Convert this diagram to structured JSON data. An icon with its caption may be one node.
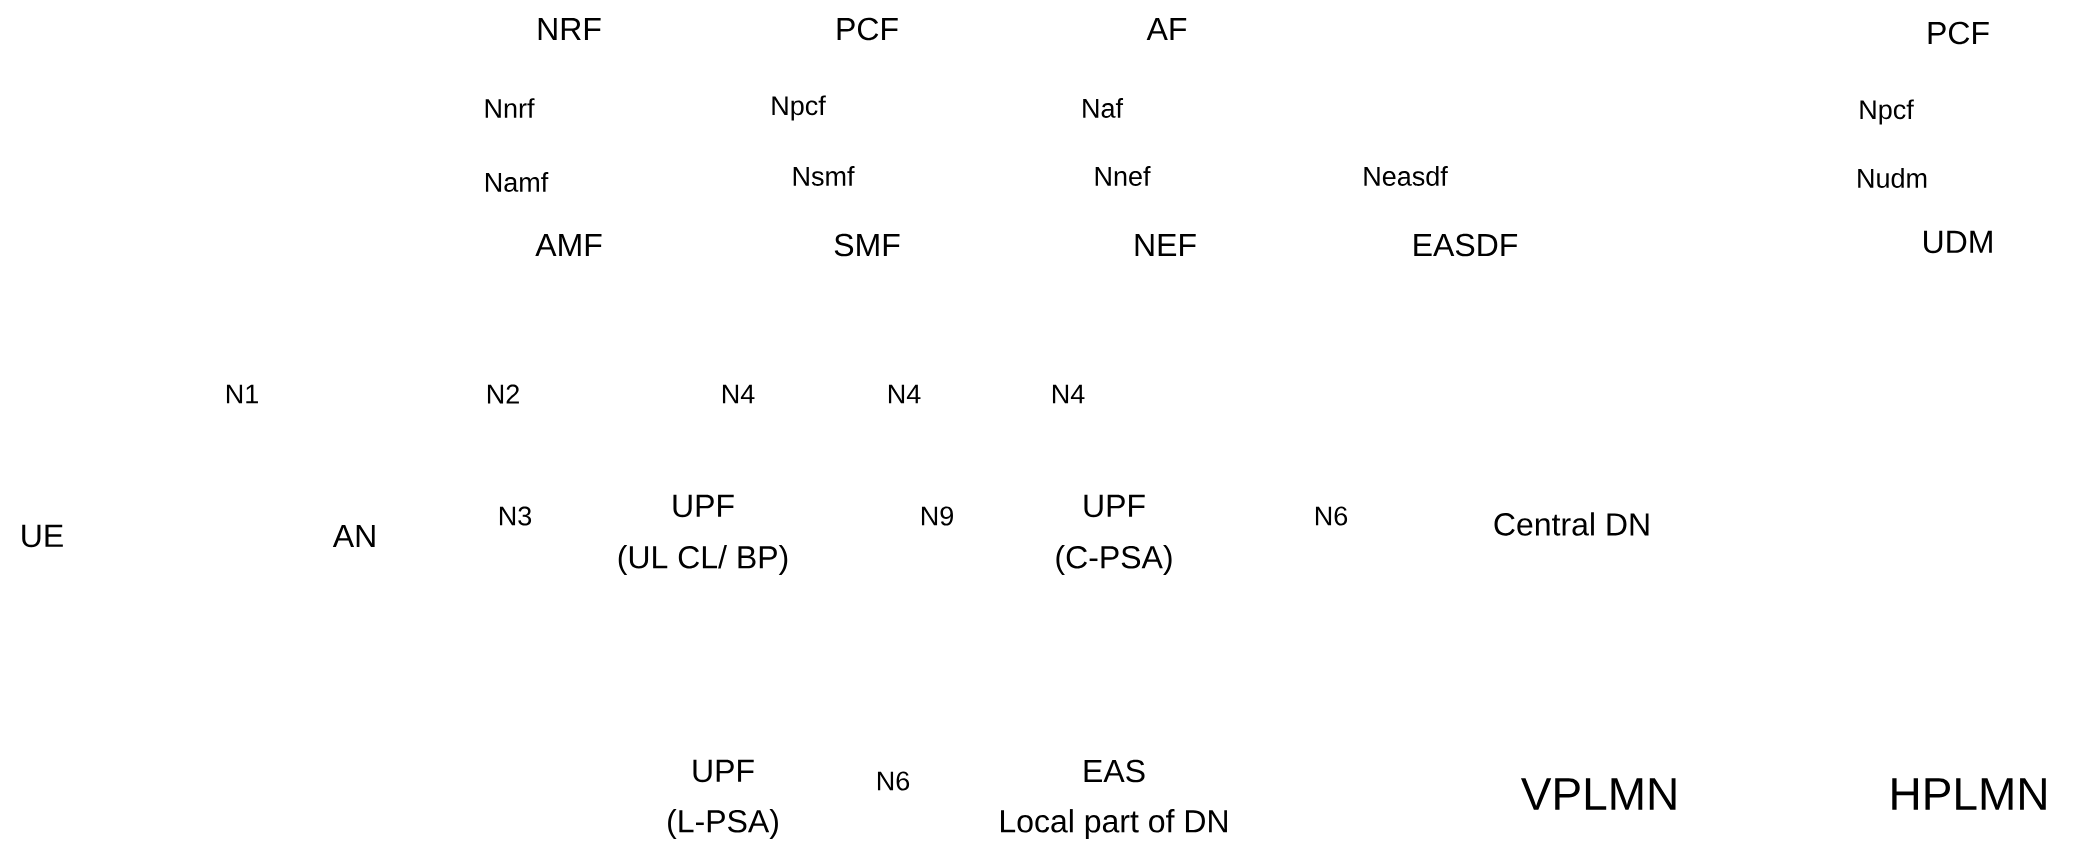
{
  "diagram": {
    "labels": [
      "NRF",
      "PCF",
      "AF",
      "PCF",
      "Nnrf",
      "Npcf",
      "Naf",
      "Npcf",
      "Namf",
      "Nsmf",
      "Nnef",
      "Neasdf",
      "Nudm",
      "AMF",
      "SMF",
      "NEF",
      "EASDF",
      "UDM",
      "N1",
      "N2",
      "N4",
      "N4",
      "N4",
      "UE",
      "AN",
      "N3",
      "UPF",
      "N9",
      "UPF",
      "N6",
      "Central DN",
      "(UL CL/ BP)",
      "(C-PSA)",
      "UPF",
      "N6",
      "EAS",
      "VPLMN",
      "HPLMN",
      "(L-PSA)",
      "Local part of DN"
    ]
  }
}
